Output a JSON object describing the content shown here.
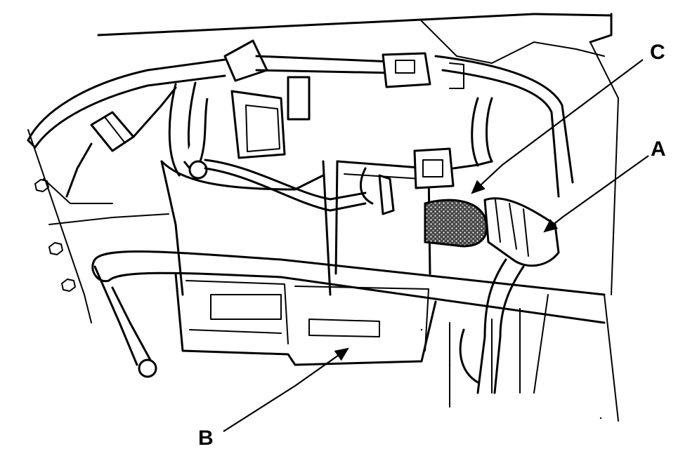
{
  "diagram": {
    "callouts": [
      {
        "id": "A",
        "label": "A"
      },
      {
        "id": "B",
        "label": "B"
      },
      {
        "id": "C",
        "label": "C"
      }
    ]
  }
}
